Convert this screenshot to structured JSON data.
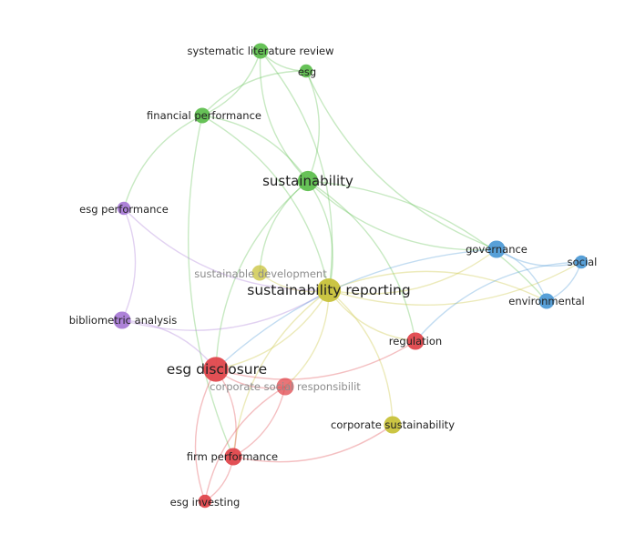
{
  "colors": {
    "green": "#5fbf4f",
    "yellow": "#c8c23a",
    "red": "#e0474c",
    "blue": "#4f9bd6",
    "purple": "#a97bd6"
  },
  "nodes": [
    {
      "id": "slr",
      "label": "systematic literature review",
      "cluster": "green",
      "weight": 2
    },
    {
      "id": "esg",
      "label": "esg",
      "cluster": "green",
      "weight": 1
    },
    {
      "id": "finperf",
      "label": "financial performance",
      "cluster": "green",
      "weight": 2
    },
    {
      "id": "sustainability",
      "label": "sustainability",
      "cluster": "green",
      "weight": 5
    },
    {
      "id": "esgperf",
      "label": "esg performance",
      "cluster": "purple",
      "weight": 1
    },
    {
      "id": "biblio",
      "label": "bibliometric analysis",
      "cluster": "purple",
      "weight": 3
    },
    {
      "id": "sustdev",
      "label": "sustainable development",
      "cluster": "yellow",
      "weight": 2,
      "faded": true
    },
    {
      "id": "sustrep",
      "label": "sustainability reporting",
      "cluster": "yellow",
      "weight": 8
    },
    {
      "id": "corpsust",
      "label": "corporate sustainability",
      "cluster": "yellow",
      "weight": 3
    },
    {
      "id": "governance",
      "label": "governance",
      "cluster": "blue",
      "weight": 3
    },
    {
      "id": "social",
      "label": "social",
      "cluster": "blue",
      "weight": 1
    },
    {
      "id": "environmental",
      "label": "environmental",
      "cluster": "blue",
      "weight": 2
    },
    {
      "id": "regulation",
      "label": "regulation",
      "cluster": "red",
      "weight": 3
    },
    {
      "id": "esgdisc",
      "label": "esg disclosure",
      "cluster": "red",
      "weight": 9
    },
    {
      "id": "csr",
      "label": "corporate social responsibilit",
      "cluster": "red",
      "weight": 3,
      "faded": true
    },
    {
      "id": "firmperf",
      "label": "firm performance",
      "cluster": "red",
      "weight": 3
    },
    {
      "id": "esginv",
      "label": "esg investing",
      "cluster": "red",
      "weight": 1
    }
  ],
  "edges": [
    [
      "slr",
      "sustainability"
    ],
    [
      "slr",
      "finperf"
    ],
    [
      "slr",
      "esg"
    ],
    [
      "slr",
      "sustrep"
    ],
    [
      "esg",
      "finperf"
    ],
    [
      "esg",
      "sustainability"
    ],
    [
      "esg",
      "governance"
    ],
    [
      "finperf",
      "sustainability"
    ],
    [
      "finperf",
      "esgperf"
    ],
    [
      "finperf",
      "sustrep"
    ],
    [
      "finperf",
      "firmperf"
    ],
    [
      "sustainability",
      "sustrep"
    ],
    [
      "sustainability",
      "governance"
    ],
    [
      "sustainability",
      "environmental"
    ],
    [
      "sustainability",
      "esgdisc"
    ],
    [
      "sustainability",
      "regulation"
    ],
    [
      "sustainability",
      "sustdev"
    ],
    [
      "esgperf",
      "biblio"
    ],
    [
      "esgperf",
      "sustrep"
    ],
    [
      "biblio",
      "esgdisc"
    ],
    [
      "biblio",
      "sustrep"
    ],
    [
      "sustrep",
      "esgdisc"
    ],
    [
      "sustrep",
      "governance"
    ],
    [
      "sustrep",
      "environmental"
    ],
    [
      "sustrep",
      "social"
    ],
    [
      "sustrep",
      "corpsust"
    ],
    [
      "sustrep",
      "regulation"
    ],
    [
      "sustrep",
      "csr"
    ],
    [
      "sustrep",
      "firmperf"
    ],
    [
      "sustrep",
      "sustdev"
    ],
    [
      "governance",
      "social"
    ],
    [
      "governance",
      "environmental"
    ],
    [
      "governance",
      "esgdisc"
    ],
    [
      "social",
      "environmental"
    ],
    [
      "social",
      "regulation"
    ],
    [
      "regulation",
      "esgdisc"
    ],
    [
      "esgdisc",
      "csr"
    ],
    [
      "esgdisc",
      "firmperf"
    ],
    [
      "esgdisc",
      "esginv"
    ],
    [
      "csr",
      "firmperf"
    ],
    [
      "csr",
      "esginv"
    ],
    [
      "firmperf",
      "esginv"
    ],
    [
      "firmperf",
      "corpsust"
    ]
  ]
}
